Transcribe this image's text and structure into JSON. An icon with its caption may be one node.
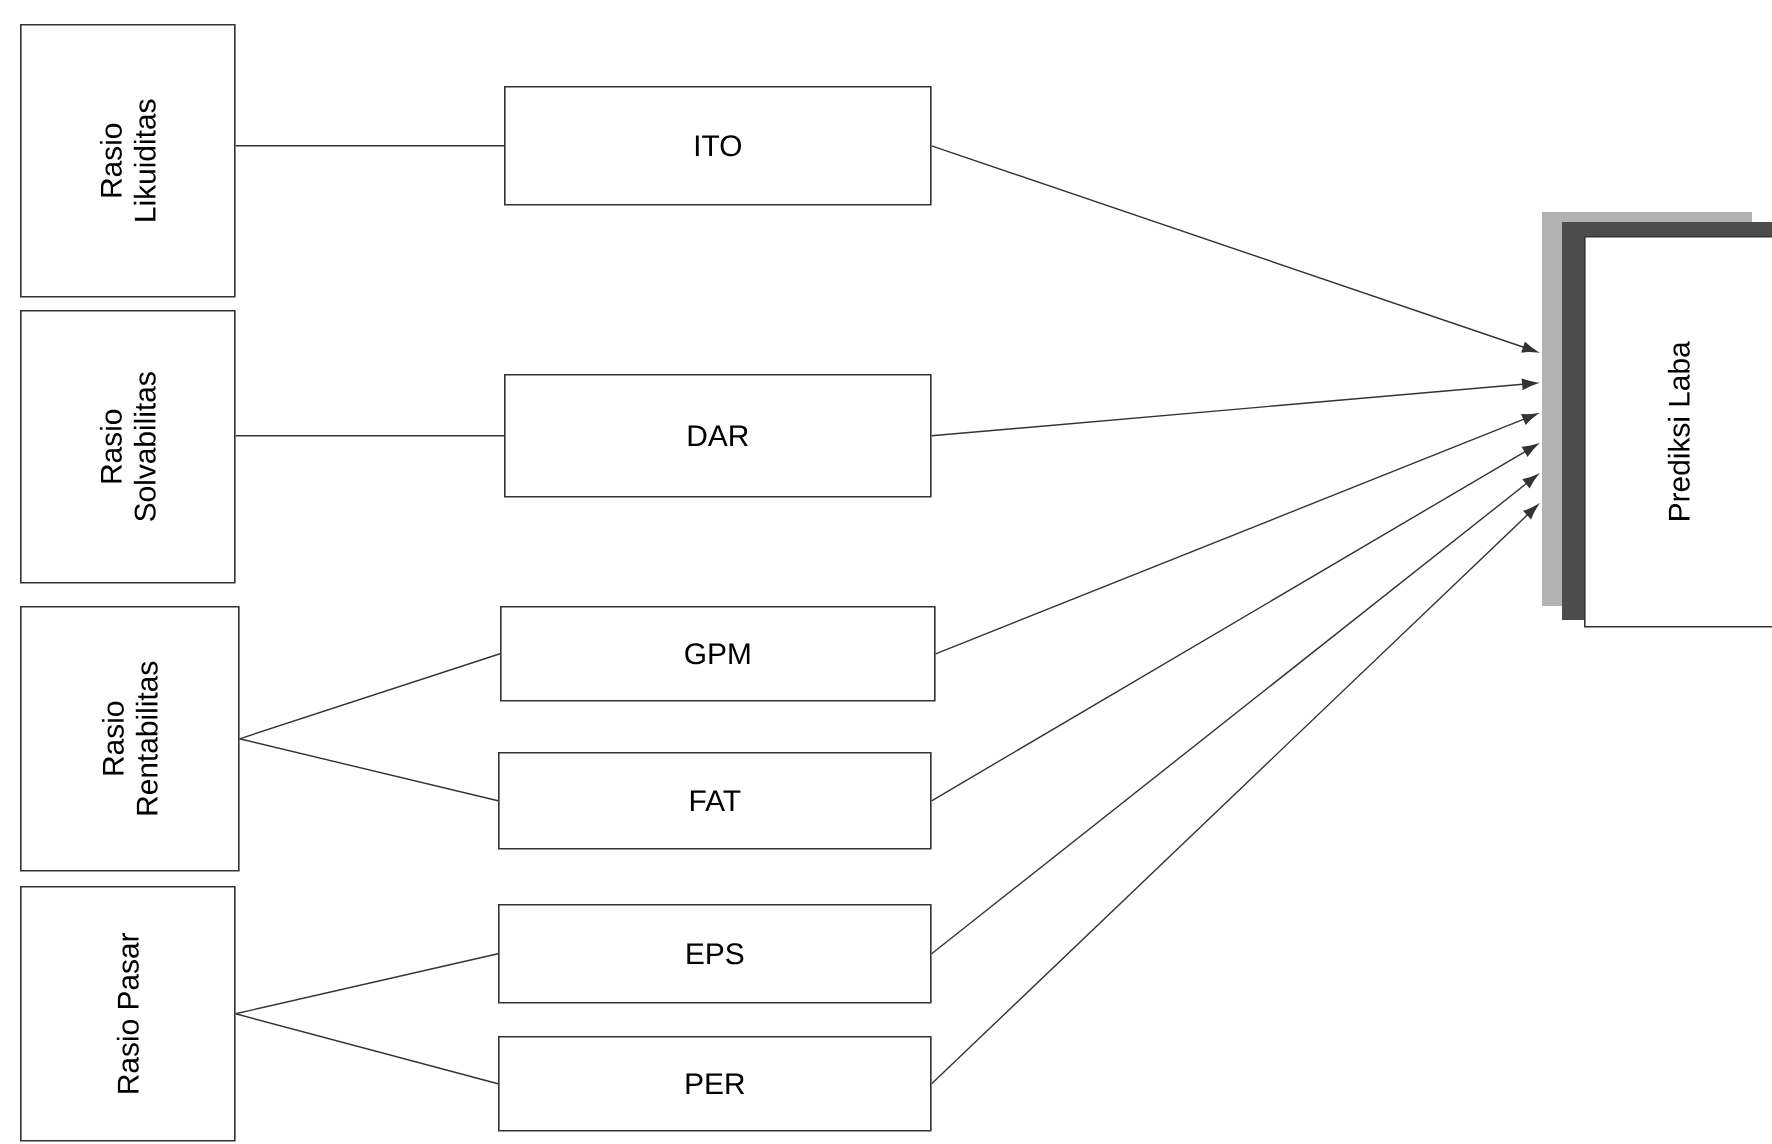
{
  "diagram": {
    "nodes": [
      {
        "text": [
          "Rasio Likuiditas"
        ]
      },
      {
        "text": [
          "ITO"
        ]
      },
      {
        "text": [
          "Rasio Solvabilitas"
        ]
      },
      {
        "text": [
          "DAR"
        ]
      },
      {
        "text": [
          "Rasio Rentabilitas"
        ]
      },
      {
        "text": [
          "GPM"
        ]
      },
      {
        "text": [
          "FAT"
        ]
      },
      {
        "text": [
          "Rasio Pasar"
        ]
      },
      {
        "text": [
          "EPS"
        ]
      },
      {
        "text": [
          "PER"
        ]
      },
      {
        "text": [
          "Prediksi Laba"
        ]
      }
    ],
    "edges": [
      {
        "from": 0,
        "to": 1,
        "arrow": "none"
      },
      {
        "from": 2,
        "to": 3,
        "arrow": "none"
      },
      {
        "from": 4,
        "to": 5,
        "arrow": "none"
      },
      {
        "from": 4,
        "to": 6,
        "arrow": "none"
      },
      {
        "from": 7,
        "to": 8,
        "arrow": "none"
      },
      {
        "from": 7,
        "to": 9,
        "arrow": "none"
      },
      {
        "from": 1,
        "to": 10,
        "arrow": "to"
      },
      {
        "from": 3,
        "to": 10,
        "arrow": "to"
      },
      {
        "from": 5,
        "to": 10,
        "arrow": "to"
      },
      {
        "from": 6,
        "to": 10,
        "arrow": "to"
      },
      {
        "from": 8,
        "to": 10,
        "arrow": "to"
      },
      {
        "from": 9,
        "to": 10,
        "arrow": "to"
      }
    ]
  }
}
